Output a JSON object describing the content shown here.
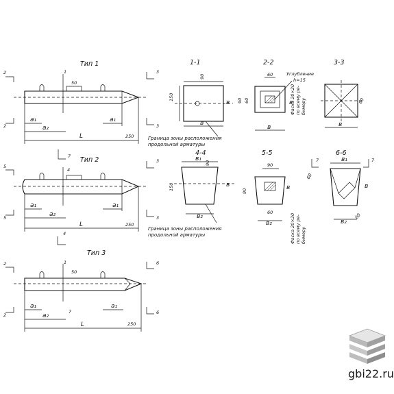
{
  "types": {
    "t1": "Тип 1",
    "t2": "Тип 2",
    "t3": "Тип 3"
  },
  "sections": {
    "s11": "1-1",
    "s22": "2-2",
    "s33": "3-3",
    "s44": "4-4",
    "s55": "5-5",
    "s66": "6-6"
  },
  "labels": {
    "a1": "a₁",
    "a2": "a₂",
    "L": "L",
    "d250": "250",
    "d50": "50",
    "d60": "60",
    "d90": "90",
    "b": "в",
    "b1": "в₁",
    "b2": "в₂",
    "n1": "1",
    "n2": "2",
    "n3": "3",
    "n4": "4",
    "n5": "5",
    "n6": "6",
    "n7": "7",
    "d150": "150",
    "deepening": "Углубление",
    "h15": "h=15"
  },
  "notes": {
    "boundary1": "Граница зоны расположения",
    "boundary2": "продольной арматуры",
    "chamfer1": "Фаска 20×20",
    "chamfer2": "по всему ре-",
    "chamfer3": "бимеру",
    "chamfer4": "Фаска 20×20",
    "chamfer5": "по всему ре-",
    "chamfer6": "бимеру"
  },
  "site": "gbi22.ru",
  "colors": {
    "line": "#111111",
    "logo_light": "#dcdcdc",
    "logo_mid": "#b8b8b8",
    "logo_dark": "#8a8a8a"
  }
}
